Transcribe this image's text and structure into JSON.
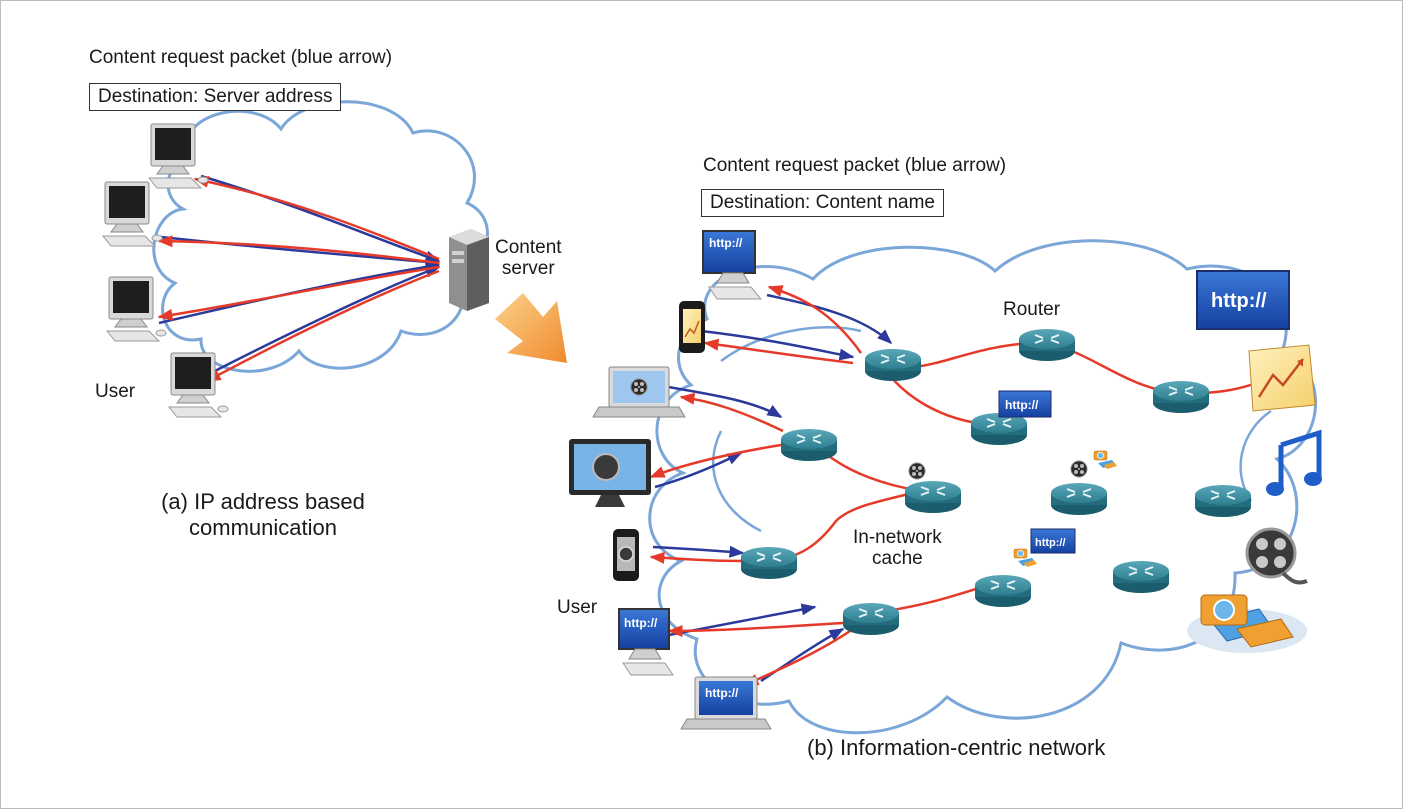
{
  "panel_a": {
    "request_label": "Content request packet (blue arrow)",
    "destination_label": "Destination: Server address",
    "server_label_line1": "Content",
    "server_label_line2": "server",
    "user_label": "User",
    "caption_line1": "(a) IP address based",
    "caption_line2": "communication"
  },
  "panel_b": {
    "request_label": "Content request packet (blue arrow)",
    "destination_label": "Destination: Content name",
    "router_label": "Router",
    "cache_label_line1": "In-network",
    "cache_label_line2": "cache",
    "user_label": "User",
    "caption": "(b) Information-centric network",
    "http_text": "http://"
  },
  "colors": {
    "request_arrow": "#2b3a9a",
    "response_arrow": "#e53a2a",
    "cloud_outline": "#7aa6d8",
    "router": "#1f6f80",
    "transition_arrow": "#f59b4a"
  },
  "icons": [
    "desktop-computer-icon",
    "server-icon",
    "router-icon",
    "smartphone-icon",
    "laptop-icon",
    "monitor-icon",
    "film-reel-icon",
    "camera-icon",
    "music-note-icon",
    "chart-icon",
    "http-icon"
  ]
}
